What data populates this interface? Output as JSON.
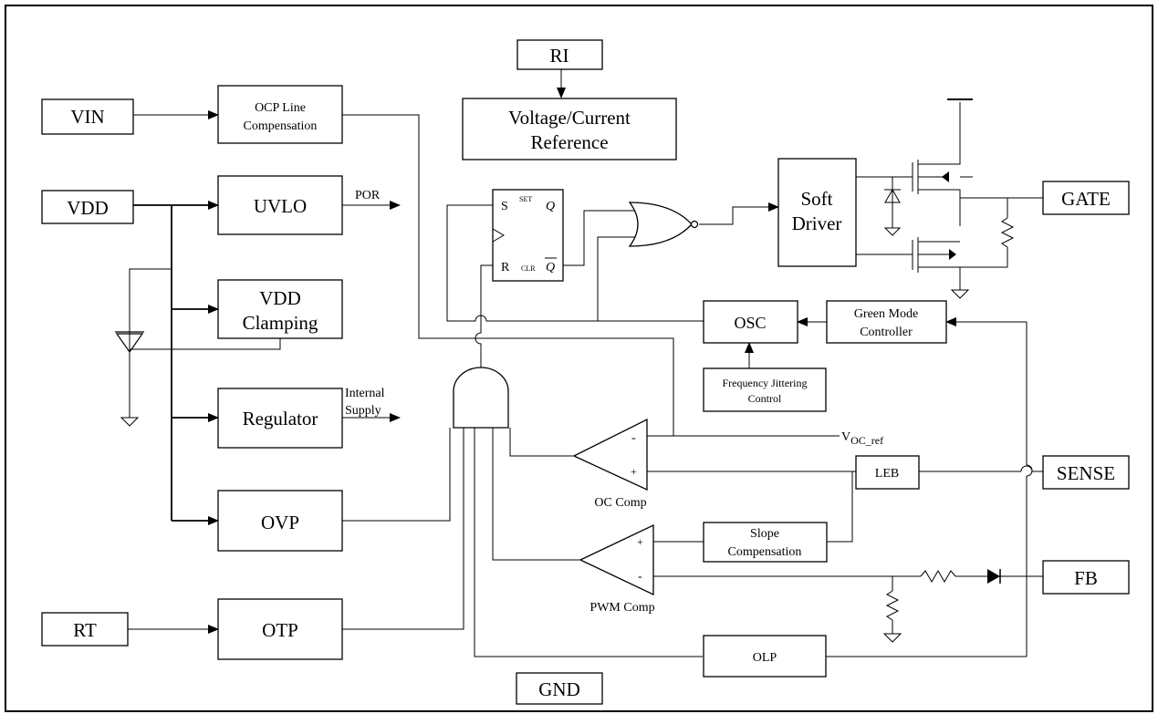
{
  "pins": {
    "ri": "RI",
    "vin": "VIN",
    "vdd": "VDD",
    "rt": "RT",
    "gnd": "GND",
    "gate": "GATE",
    "sense": "SENSE",
    "fb": "FB"
  },
  "blocks": {
    "ocp_line_comp": [
      "OCP Line",
      "Compensation"
    ],
    "vref": [
      "Voltage/Current",
      "Reference"
    ],
    "uvlo": "UVLO",
    "vdd_clamping": [
      "VDD",
      "Clamping"
    ],
    "regulator": "Regulator",
    "ovp": "OVP",
    "otp": "OTP",
    "soft_driver": [
      "Soft",
      "Driver"
    ],
    "osc": "OSC",
    "green_mode": [
      "Green Mode",
      "Controller"
    ],
    "freq_jitter": [
      "Frequency Jittering",
      "Control"
    ],
    "leb": "LEB",
    "slope_comp": [
      "Slope",
      "Compensation"
    ],
    "olp": "OLP"
  },
  "signals": {
    "por": "POR",
    "internal_supply": [
      "Internal",
      "Supply"
    ],
    "voc_ref_main": "V",
    "voc_ref_sub": "OC_ref",
    "oc_comp": "OC Comp",
    "pwm_comp": "PWM Comp",
    "minus": "-",
    "plus": "+"
  },
  "flipflop": {
    "s": "S",
    "set": "SET",
    "q": "Q",
    "r": "R",
    "clr": "CLR",
    "qbar": "Q"
  }
}
